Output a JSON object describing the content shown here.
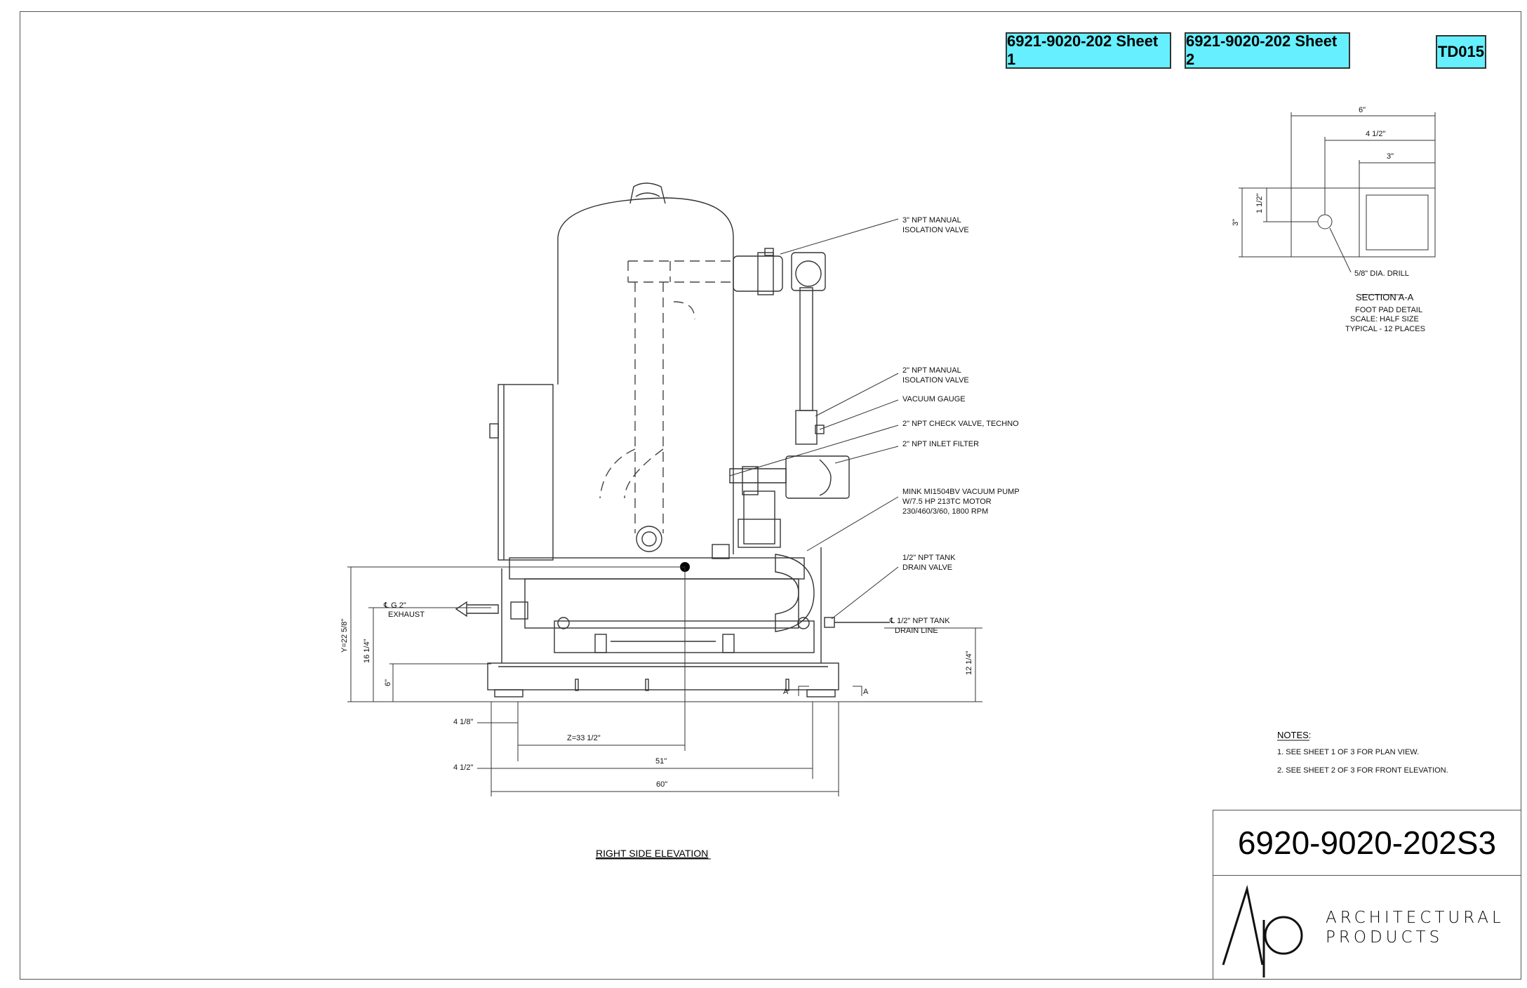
{
  "links": {
    "sheet1": "6921-9020-202 Sheet 1",
    "sheet2": "6921-9020-202 Sheet 2",
    "td": "TD015"
  },
  "callouts": {
    "valve3_l1": "3\" NPT MANUAL",
    "valve3_l2": "ISOLATION VALVE",
    "valve2_l1": "2\" NPT MANUAL",
    "valve2_l2": "ISOLATION VALVE",
    "gauge": "VACUUM GAUGE",
    "check": "2\" NPT CHECK VALVE, TECHNO",
    "filter": "2\" NPT INLET FILTER",
    "pump_l1": "MINK MI1504BV VACUUM PUMP",
    "pump_l2": "W/7.5 HP 213TC MOTOR",
    "pump_l3": "230/460/3/60, 1800 RPM",
    "drain_l1": "1/2\" NPT TANK",
    "drain_l2": "DRAIN VALVE",
    "drainline_l1": "℄ 1/2\" NPT TANK",
    "drainline_l2": "DRAIN LINE",
    "exhaust_l1": "℄ G 2\"",
    "exhaust_l2": "EXHAUST"
  },
  "dimensions": {
    "y": "Y=22 5/8\"",
    "h16": "16 1/4\"",
    "h6": "6\"",
    "h12": "12 1/4\"",
    "w418": "4 1/8\"",
    "z": "Z=33 1/2\"",
    "w51": "51\"",
    "w412": "4 1/2\"",
    "w60": "60\"",
    "sec_a": "A"
  },
  "section": {
    "w6": "6\"",
    "w412": "4 1/2\"",
    "w3": "3\"",
    "h112": "1 1/2\"",
    "h3": "3\"",
    "drill": "5/8\" DIA. DRILL",
    "title": "SECTION A-A",
    "sub1": "FOOT PAD DETAIL",
    "sub2": "SCALE:  HALF SIZE",
    "sub3": "TYPICAL - 12 PLACES"
  },
  "view_title": "RIGHT SIDE ELEVATION",
  "notes": {
    "heading": "NOTES:",
    "items": [
      "1.  SEE SHEET 1 OF 3 FOR PLAN VIEW.",
      "2.  SEE SHEET 2 OF 3 FOR FRONT ELEVATION."
    ]
  },
  "title_block": {
    "drawing_number": "6920-9020-202S3",
    "brand_line1": "ARCHITECTURAL",
    "brand_line2": "PRODUCTS"
  }
}
